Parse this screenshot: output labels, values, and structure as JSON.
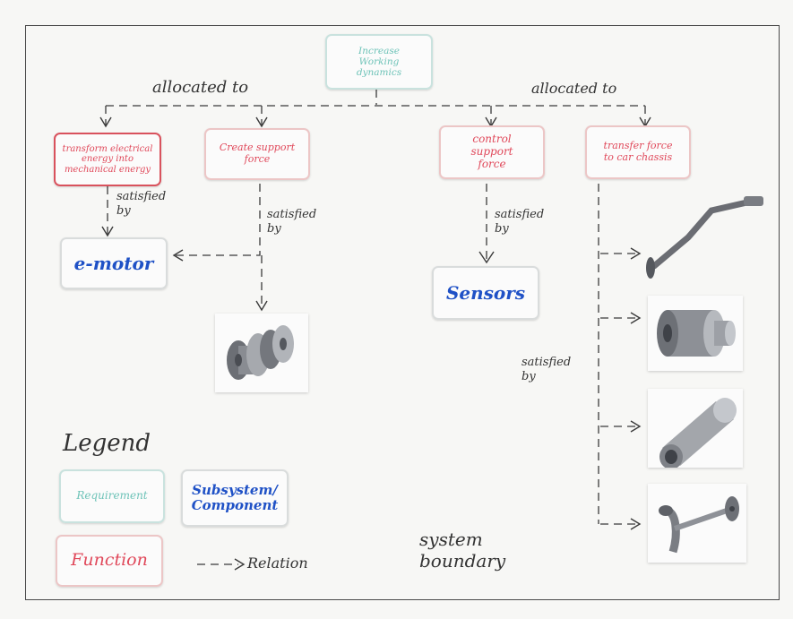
{
  "diagram": {
    "top_requirement": "Increase\nWorking\ndynamics",
    "allocation_labels": [
      "allocated to",
      "allocated to"
    ],
    "functions": [
      "transform electrical\nenergy into\nmechanical energy",
      "Create support\nforce",
      "control\nsupport\nforce",
      "transfer force\nto car chassis"
    ],
    "subsystems": [
      "e-motor",
      "Sensors"
    ],
    "satisfied_labels": [
      "satisfied\nby",
      "satisfied\nby",
      "satisfied\nby",
      "satisfied\nby"
    ],
    "system_boundary_label": "system\nboundary"
  },
  "legend": {
    "title": "Legend",
    "requirement": "Requirement",
    "subsystem": "Subsystem/\nComponent",
    "function": "Function",
    "relation": "Relation"
  },
  "colors": {
    "requirement": "#6ec3b8",
    "function": "#e0485a",
    "subsystem": "#1f51c6",
    "ink": "#333333"
  }
}
